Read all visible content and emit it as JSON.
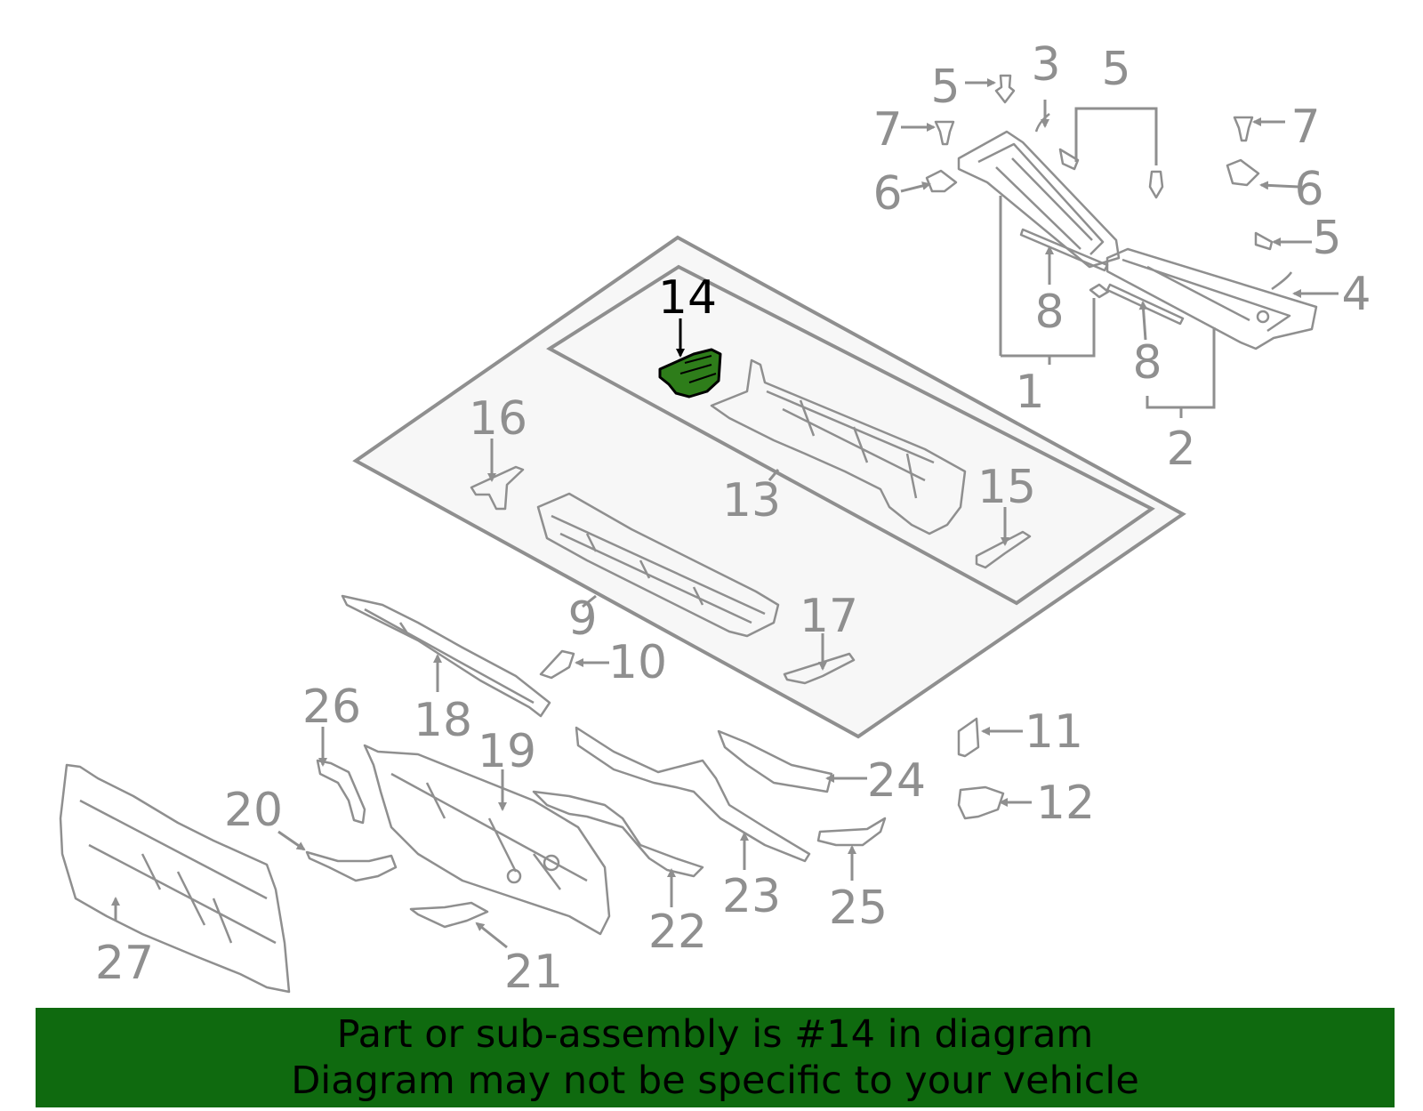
{
  "diagram": {
    "highlight_part": "14",
    "highlight_color": "#2e7d1a",
    "line_color": "#8f8f8f",
    "panel_fill": "#f7f7f7",
    "callouts": [
      {
        "id": "c1",
        "label": "1"
      },
      {
        "id": "c2",
        "label": "2"
      },
      {
        "id": "c3",
        "label": "3"
      },
      {
        "id": "c4",
        "label": "4"
      },
      {
        "id": "c5a",
        "label": "5"
      },
      {
        "id": "c5b",
        "label": "5"
      },
      {
        "id": "c5c",
        "label": "5"
      },
      {
        "id": "c6a",
        "label": "6"
      },
      {
        "id": "c6b",
        "label": "6"
      },
      {
        "id": "c7a",
        "label": "7"
      },
      {
        "id": "c7b",
        "label": "7"
      },
      {
        "id": "c8a",
        "label": "8"
      },
      {
        "id": "c8b",
        "label": "8"
      },
      {
        "id": "c9",
        "label": "9"
      },
      {
        "id": "c10",
        "label": "10"
      },
      {
        "id": "c11",
        "label": "11"
      },
      {
        "id": "c12",
        "label": "12"
      },
      {
        "id": "c13",
        "label": "13"
      },
      {
        "id": "c14",
        "label": "14"
      },
      {
        "id": "c15",
        "label": "15"
      },
      {
        "id": "c16",
        "label": "16"
      },
      {
        "id": "c17",
        "label": "17"
      },
      {
        "id": "c18",
        "label": "18"
      },
      {
        "id": "c19",
        "label": "19"
      },
      {
        "id": "c20",
        "label": "20"
      },
      {
        "id": "c21",
        "label": "21"
      },
      {
        "id": "c22",
        "label": "22"
      },
      {
        "id": "c23",
        "label": "23"
      },
      {
        "id": "c24",
        "label": "24"
      },
      {
        "id": "c25",
        "label": "25"
      },
      {
        "id": "c26",
        "label": "26"
      },
      {
        "id": "c27",
        "label": "27"
      }
    ]
  },
  "banner": {
    "line1": "Part or sub-assembly is #14 in diagram",
    "line2": "Diagram may not be specific to your vehicle",
    "background": "#0f6a0f"
  }
}
